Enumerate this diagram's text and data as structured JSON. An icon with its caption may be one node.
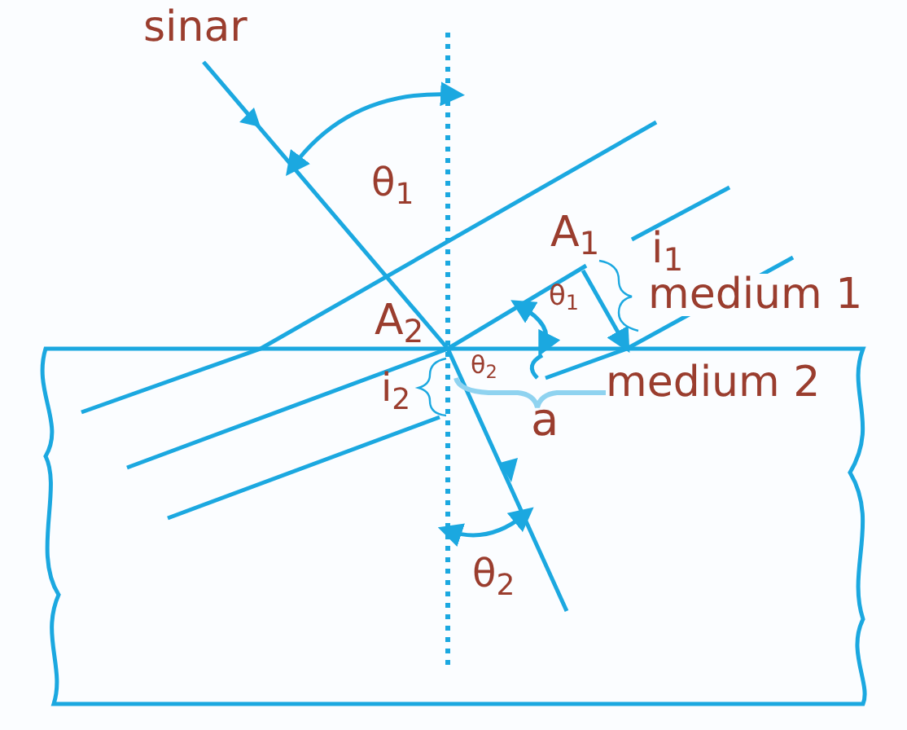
{
  "diagram": {
    "labels": [
      "sinar",
      "θ$_{1}$",
      "A$_{1}$",
      "i$_{1}$",
      "medium 1",
      "A$_{2}$",
      "θ$_{1}$",
      "θ$_{2}$",
      "i$_{2}$",
      "medium 2",
      "a",
      "θ$_{2}$"
    ]
  }
}
